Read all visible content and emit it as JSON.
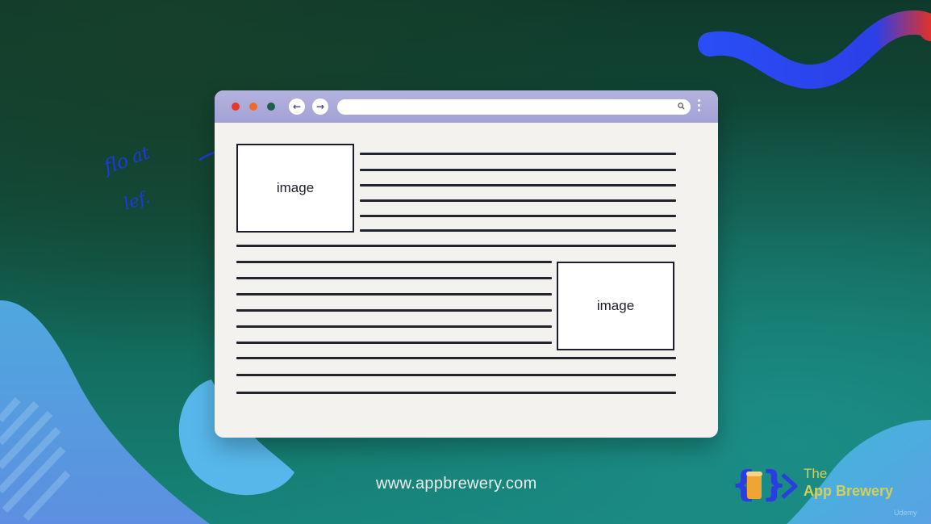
{
  "colors": {
    "accent_blue": "#1b4ff0",
    "browser_toolbar": "#aaa8d8",
    "browser_body": "#f4f2ef",
    "ink_blue": "#1c3ae0",
    "brand_yellow": "#d6cf52",
    "dot_red": "#e8362b",
    "dot_orange": "#ee6a2c",
    "dot_green": "#1c5f4a"
  },
  "browser": {
    "nav_back_icon": "arrow-left-icon",
    "nav_forward_icon": "arrow-right-icon",
    "address_bar": "",
    "search_icon": "search-icon",
    "menu_icon": "vertical-dots-icon"
  },
  "content": {
    "image_top_label": "image",
    "image_right_label": "image"
  },
  "annotation": {
    "handwritten_note": "float left."
  },
  "footer": {
    "url": "www.appbrewery.com"
  },
  "brand": {
    "line1": "The",
    "line2": "App Brewery",
    "logo_icon": "curly-brace-beer-logo-icon"
  },
  "watermark": "Udemy"
}
